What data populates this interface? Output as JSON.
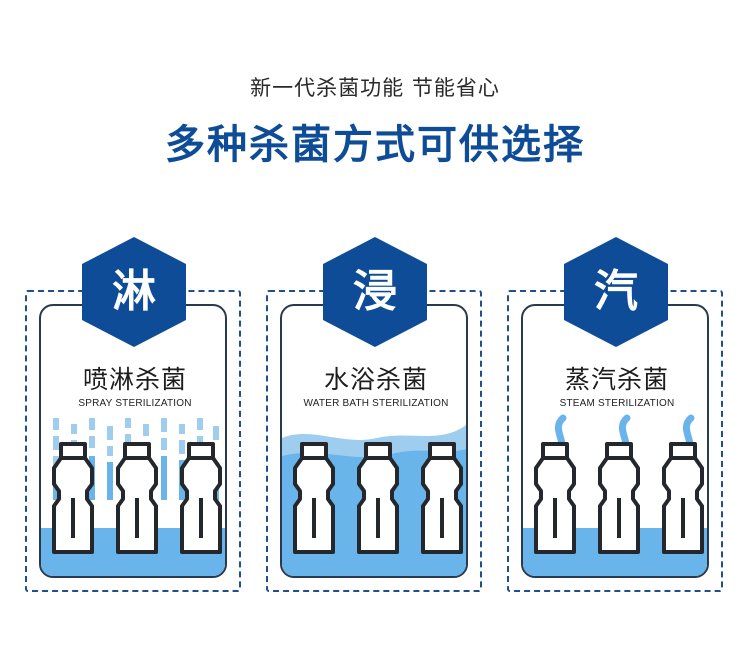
{
  "header": {
    "subtitle": "新一代杀菌功能  节能省心",
    "title": "多种杀菌方式可供选择"
  },
  "colors": {
    "brand": "#0f4c97",
    "water": "#69b4ea",
    "outline": "#2a3a4e"
  },
  "cards": [
    {
      "badge": "淋",
      "title": "喷淋杀菌",
      "subtitle": "SPRAY STERILIZATION",
      "icon": "spray-bottles-icon"
    },
    {
      "badge": "浸",
      "title": "水浴杀菌",
      "subtitle": "WATER BATH STERILIZATION",
      "icon": "water-bath-bottles-icon"
    },
    {
      "badge": "汽",
      "title": "蒸汽杀菌",
      "subtitle": "STEAM STERILIZATION",
      "icon": "steam-bottles-icon"
    }
  ]
}
